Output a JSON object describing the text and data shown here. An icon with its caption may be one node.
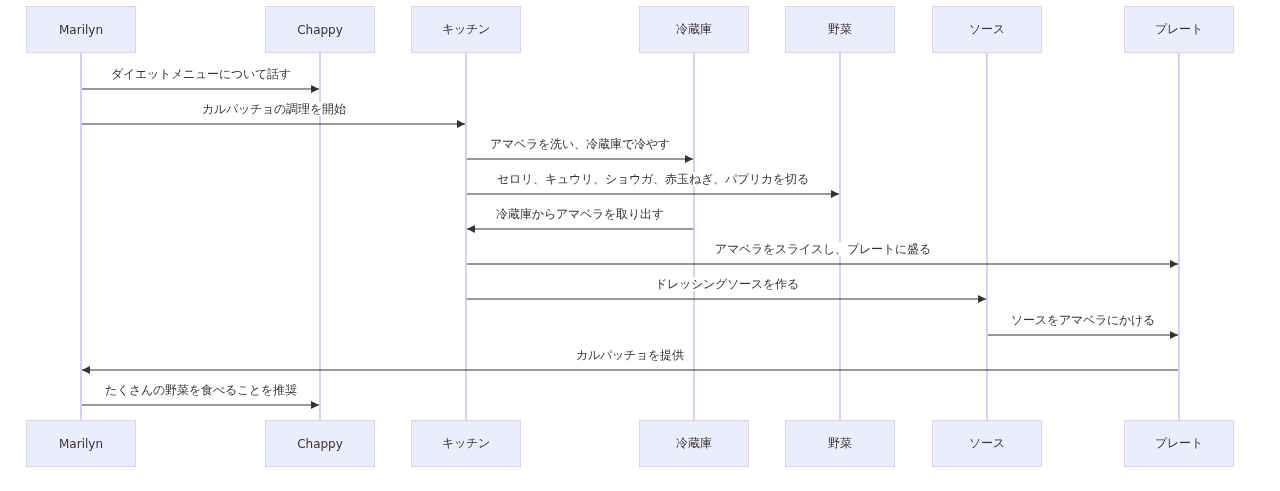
{
  "diagram": {
    "nodes": [
      {
        "text": [
          "Marilyn"
        ]
      },
      {
        "text": [
          "Chappy"
        ]
      },
      {
        "text": [
          "キッチン"
        ]
      },
      {
        "text": [
          "冷蔵庫"
        ]
      },
      {
        "text": [
          "野菜"
        ]
      },
      {
        "text": [
          "ソース"
        ]
      },
      {
        "text": [
          "プレート"
        ]
      },
      {
        "text": [
          "Marilyn"
        ]
      },
      {
        "text": [
          "Chappy"
        ]
      },
      {
        "text": [
          "キッチン"
        ]
      },
      {
        "text": [
          "冷蔵庫"
        ]
      },
      {
        "text": [
          "野菜"
        ]
      },
      {
        "text": [
          "ソース"
        ]
      },
      {
        "text": [
          "プレート"
        ]
      },
      {
        "text": [],
        "shape": "line"
      },
      {
        "text": [],
        "shape": "line"
      },
      {
        "text": [],
        "shape": "line"
      },
      {
        "text": [],
        "shape": "line"
      },
      {
        "text": [],
        "shape": "line"
      },
      {
        "text": [],
        "shape": "line"
      },
      {
        "text": [],
        "shape": "line"
      }
    ],
    "edges": [
      {
        "from": 14,
        "to": 15,
        "arrow": "to",
        "label": "ダイエットメニューについて話す"
      },
      {
        "from": 14,
        "to": 16,
        "arrow": "to",
        "label": "カルパッチョの調理を開始"
      },
      {
        "from": 16,
        "to": 17,
        "arrow": "to",
        "label": "アマベラを洗い、冷蔵庫で冷やす"
      },
      {
        "from": 16,
        "to": 18,
        "arrow": "to",
        "label": "セロリ、キュウリ、ショウガ、赤玉ねぎ、パプリカを切る"
      },
      {
        "from": 17,
        "to": 16,
        "arrow": "to",
        "label": "冷蔵庫からアマベラを取り出す"
      },
      {
        "from": 16,
        "to": 20,
        "arrow": "to",
        "label": "アマベラをスライスし、プレートに盛る"
      },
      {
        "from": 16,
        "to": 19,
        "arrow": "to",
        "label": "ドレッシングソースを作る"
      },
      {
        "from": 19,
        "to": 20,
        "arrow": "to",
        "label": "ソースをアマベラにかける"
      },
      {
        "from": 20,
        "to": 14,
        "arrow": "to",
        "label": "カルパッチョを提供"
      },
      {
        "from": 14,
        "to": 15,
        "arrow": "to",
        "label": "たくさんの野菜を食べることを推奨"
      }
    ]
  }
}
